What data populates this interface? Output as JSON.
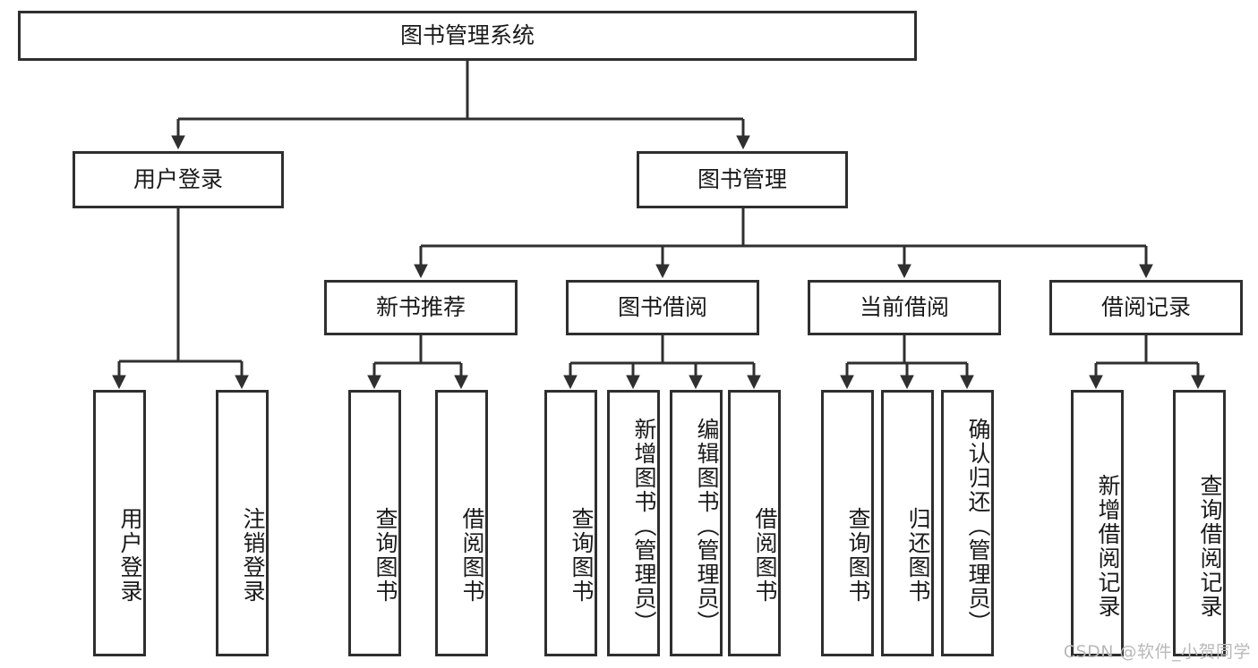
{
  "diagram": {
    "title": "图书管理系统",
    "type": "hierarchy-tree",
    "watermark": "CSDN @软件_小贺同学",
    "colors": {
      "stroke": "#2f2f2f",
      "background": "#ffffff",
      "text": "#1a1a1a",
      "watermark": "#b9b9b9"
    },
    "root": {
      "label": "图书管理系统"
    },
    "level2": [
      {
        "label": "用户登录"
      },
      {
        "label": "图书管理"
      }
    ],
    "level3": [
      {
        "label": "新书推荐"
      },
      {
        "label": "图书借阅"
      },
      {
        "label": "当前借阅"
      },
      {
        "label": "借阅记录"
      }
    ],
    "leaves": {
      "user_login": [
        {
          "label": "用户登录"
        },
        {
          "label": "注销登录"
        }
      ],
      "new_book_recommend": [
        {
          "label": "查询图书"
        },
        {
          "label": "借阅图书"
        }
      ],
      "book_borrow": [
        {
          "label": "查询图书"
        },
        {
          "label": "新增图书（管理员）"
        },
        {
          "label": "编辑图书（管理员）"
        },
        {
          "label": "借阅图书"
        }
      ],
      "current_borrow": [
        {
          "label": "查询图书"
        },
        {
          "label": "归还图书"
        },
        {
          "label": "确认归还（管理员）"
        }
      ],
      "borrow_record": [
        {
          "label": "新增借阅记录"
        },
        {
          "label": "查询借阅记录"
        }
      ]
    }
  }
}
